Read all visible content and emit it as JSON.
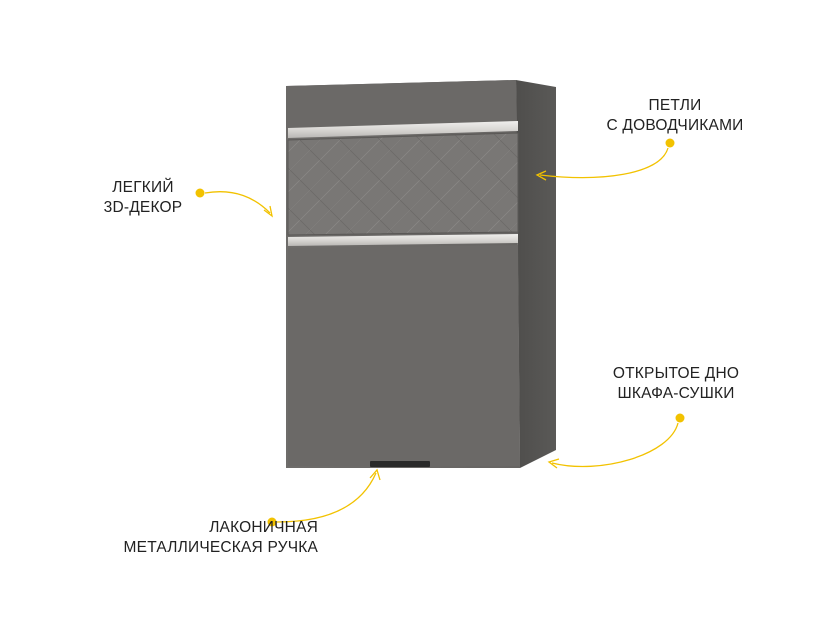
{
  "colors": {
    "accent": "#f2c200",
    "cabinet_body": "#5d5c5a",
    "cabinet_front": "#6a6866",
    "decor_panel": "#777573",
    "strip": "#d8d6d3",
    "handle": "#2a2a2a"
  },
  "callouts": {
    "decor": {
      "line1": "ЛЕГКИЙ",
      "line2": "3D-ДЕКОР"
    },
    "hinges": {
      "line1": "ПЕТЛИ",
      "line2": "С ДОВОДЧИКАМИ"
    },
    "bottom": {
      "line1": "ОТКРЫТОЕ ДНО",
      "line2": "ШКАФА-СУШКИ"
    },
    "handle": {
      "line1": "ЛАКОНИЧНАЯ",
      "line2": "МЕТАЛЛИЧЕСКАЯ РУЧКА"
    }
  }
}
